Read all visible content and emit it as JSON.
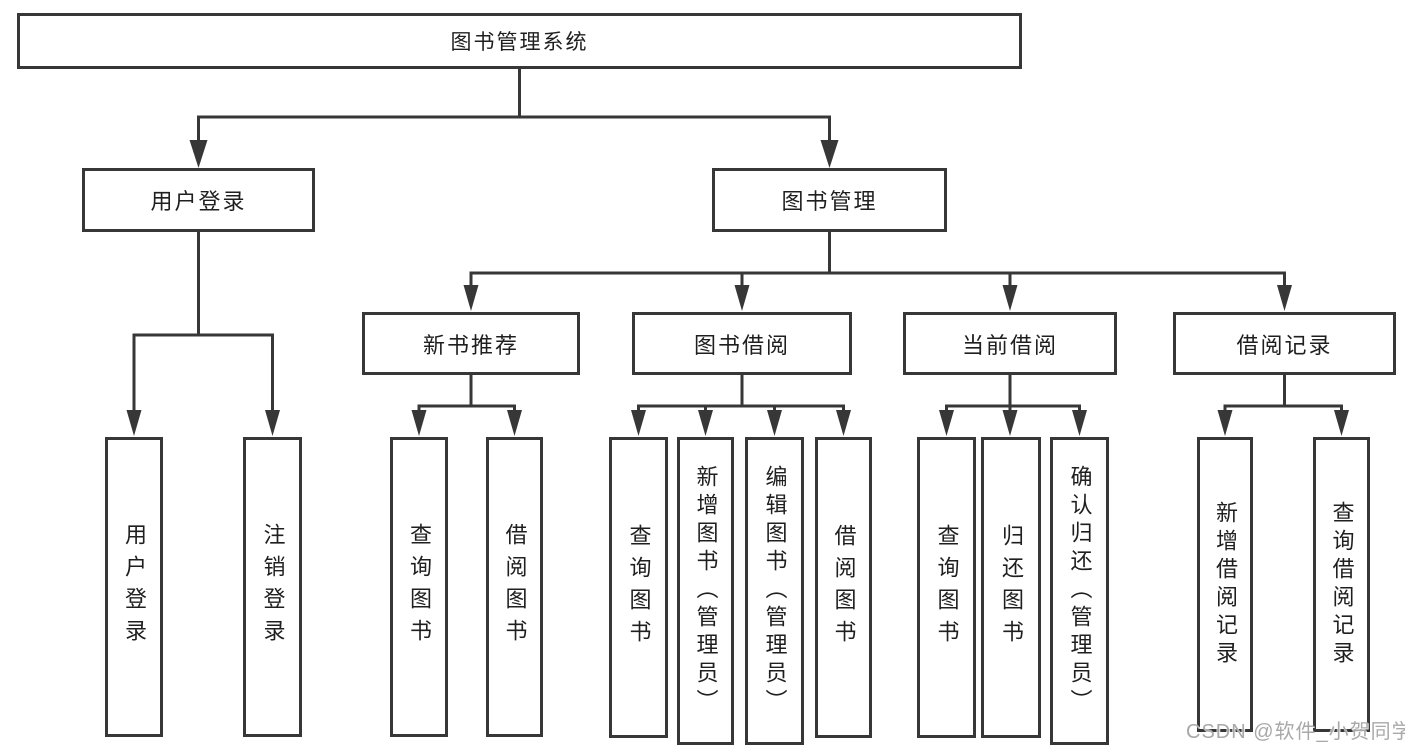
{
  "diagram_title": "图书管理系统",
  "colors": {
    "line": "#373737",
    "text": "#1f1f1f",
    "watermark": "#a9a9a9",
    "background": "#ffffff"
  },
  "tree": {
    "root": {
      "label": "图书管理系统"
    },
    "children": [
      {
        "label": "用户登录",
        "children": [
          {
            "label": "用户登录"
          },
          {
            "label": "注销登录"
          }
        ]
      },
      {
        "label": "图书管理",
        "children": [
          {
            "label": "新书推荐",
            "children": [
              {
                "label": "查询图书"
              },
              {
                "label": "借阅图书"
              }
            ]
          },
          {
            "label": "图书借阅",
            "children": [
              {
                "label": "查询图书"
              },
              {
                "label": "新增图书（管理员）"
              },
              {
                "label": "编辑图书（管理员）"
              },
              {
                "label": "借阅图书"
              }
            ]
          },
          {
            "label": "当前借阅",
            "children": [
              {
                "label": "查询图书"
              },
              {
                "label": "归还图书"
              },
              {
                "label": "确认归还（管理员）"
              }
            ]
          },
          {
            "label": "借阅记录",
            "children": [
              {
                "label": "新增借阅记录"
              },
              {
                "label": "查询借阅记录"
              }
            ]
          }
        ]
      }
    ]
  },
  "watermark": {
    "text": "CSDN @软件_小贺同学"
  }
}
